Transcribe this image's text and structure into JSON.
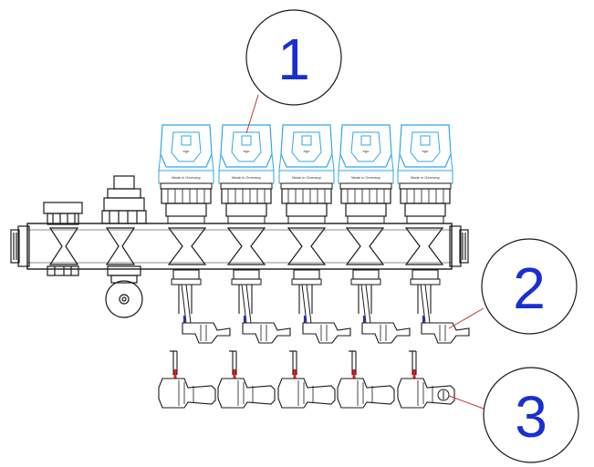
{
  "callouts": [
    {
      "label": "1"
    },
    {
      "label": "2"
    },
    {
      "label": "3"
    }
  ],
  "actuator": {
    "brand_text": "ego",
    "made_text": "Made in Germany"
  },
  "colors": {
    "line": "#1a1a1a",
    "actuator_outline": "#2fa7e6",
    "callout_number": "#1a2fd0",
    "leader_line": "#c83232",
    "blue_marker": "#2330c8",
    "red_marker": "#d82020"
  }
}
